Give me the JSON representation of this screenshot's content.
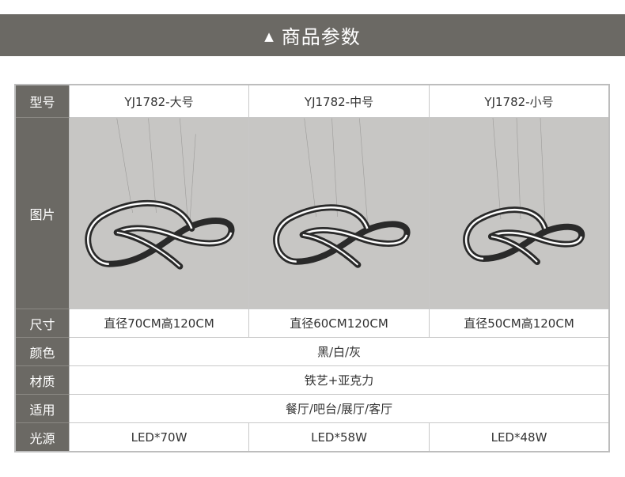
{
  "header": {
    "title": "商品参数",
    "icon": "triangle-up-icon"
  },
  "table": {
    "labels": {
      "model": "型号",
      "image": "图片",
      "size": "尺寸",
      "color": "颜色",
      "material": "材质",
      "usage": "适用",
      "light": "光源"
    },
    "models": [
      "YJ1782-大号",
      "YJ1782-中号",
      "YJ1782-小号"
    ],
    "sizes": [
      "直径70CM高120CM",
      "直径60CM120CM",
      "直径50CM高120CM"
    ],
    "color": "黑/白/灰",
    "material": "铁艺+亚克力",
    "usage": "餐厅/吧台/展厅/客厅",
    "light": [
      "LED*70W",
      "LED*58W",
      "LED*48W"
    ]
  },
  "colors": {
    "header_bg": "#6b6964",
    "image_bg": "#c7c6c4",
    "lamp_dark": "#2a2a2a",
    "lamp_light": "#ffffff"
  }
}
